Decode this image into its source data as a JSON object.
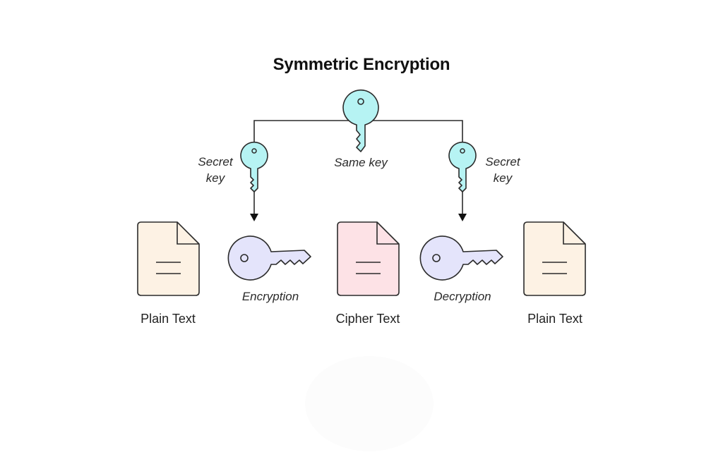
{
  "title": "Symmetric Encryption",
  "colors": {
    "shared_key_fill": "#b6f3f3",
    "operation_key_fill": "#e4e4fb",
    "plain_doc_fill": "#fdf2e4",
    "cipher_doc_fill": "#fde2e6",
    "stroke": "#2b2b2b"
  },
  "labels": {
    "same_key": "Same key",
    "secret_key_left_1": "Secret",
    "secret_key_left_2": "key",
    "secret_key_right_1": "Secret",
    "secret_key_right_2": "key",
    "encryption": "Encryption",
    "decryption": "Decryption"
  },
  "documents": [
    {
      "label": "Plain Text",
      "type": "plain"
    },
    {
      "label": "Cipher Text",
      "type": "cipher"
    },
    {
      "label": "Plain Text",
      "type": "plain"
    }
  ],
  "icons": {
    "shared_key": "key-icon",
    "secret_key": "key-icon",
    "operation_key": "key-icon",
    "document": "document-icon"
  }
}
